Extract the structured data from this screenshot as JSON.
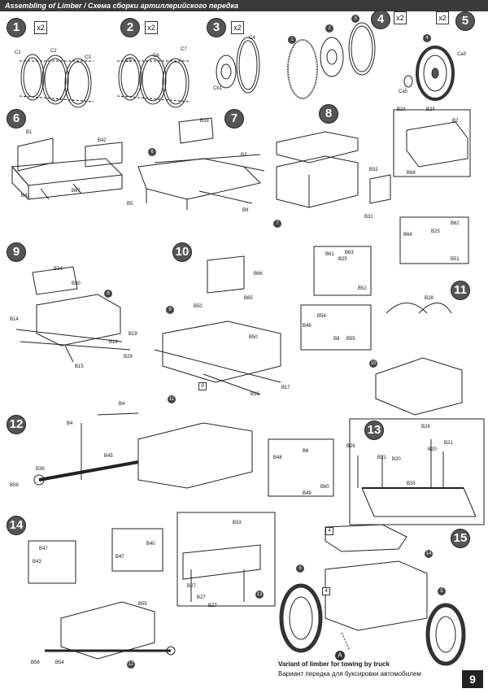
{
  "header": {
    "title": "Assembling of Limber / Схема сборки артиллерийского передка"
  },
  "steps": [
    "1",
    "2",
    "3",
    "4",
    "5",
    "6",
    "7",
    "8",
    "9",
    "10",
    "11",
    "12",
    "13",
    "14",
    "15"
  ],
  "multipliers": {
    "s1": "x2",
    "s2": "x2",
    "s3": "x2",
    "s4": "x2",
    "s5": "x2"
  },
  "labels": {
    "c1": "C1",
    "c2": "C2",
    "c3": "C3",
    "c5": "C5",
    "c6": "C6",
    "c7": "C7",
    "c4": "C4",
    "cb1": "Cb1",
    "ca3": "Ca3",
    "ca5": "Ca5",
    "n1": "1",
    "n2": "2",
    "n3": "3",
    "n4": "4",
    "b1": "B1",
    "b42": "B42",
    "b41": "B41",
    "b67": "B67",
    "b39": "B39",
    "b3": "B3",
    "b5": "B5",
    "b9": "B9",
    "n6": "6",
    "b24a": "B24",
    "b24b": "B24",
    "b2": "B2",
    "b68": "B68",
    "b32": "B32",
    "b31": "B31",
    "n7": "7",
    "b34": "B34",
    "b30": "B30",
    "b14": "B14",
    "b18": "B18",
    "b19": "B19",
    "b29": "B29",
    "b15": "B15",
    "n8": "8",
    "b66": "B66",
    "b65": "B65",
    "b50a": "B50",
    "b50b": "B50",
    "b16": "B16",
    "b17": "B17",
    "n9": "9",
    "sq9": "9",
    "b61": "B61",
    "b63": "B63",
    "b25a": "B25",
    "b52": "B52",
    "b64": "B64",
    "b25b": "B25",
    "b62": "B62",
    "b51": "B51",
    "b54": "B54",
    "b46": "B46",
    "b8": "B8",
    "b55a": "B55",
    "b28": "B28",
    "n10": "10",
    "b4a": "B4",
    "b4b": "B4",
    "b45": "B45",
    "b36": "B36",
    "b59": "B59",
    "b48": "B48",
    "b6": "B6",
    "b49": "B49",
    "b60": "B60",
    "n11": "11",
    "b26a": "B26",
    "b26b": "B26",
    "b21a": "B21",
    "b20a": "B20",
    "b20b": "B20",
    "b21b": "B21",
    "b35": "B35",
    "b47a": "B47",
    "b43": "B43",
    "b47b": "B47",
    "b40": "B40",
    "b55b": "B55",
    "b56": "B56",
    "b54b": "B54",
    "n12": "12",
    "b33": "B33",
    "b27a": "B27",
    "b27b": "B27",
    "b27c": "B27",
    "n13": "13",
    "n14": "14",
    "n5a": "5",
    "n5b": "5",
    "sq4": "4",
    "sq4b": "4"
  },
  "footer": {
    "marker": "A",
    "en": "Variant of limber for towing by truck",
    "ru": "Вариант передка для буксировки автомобилем"
  },
  "page_number": "9"
}
